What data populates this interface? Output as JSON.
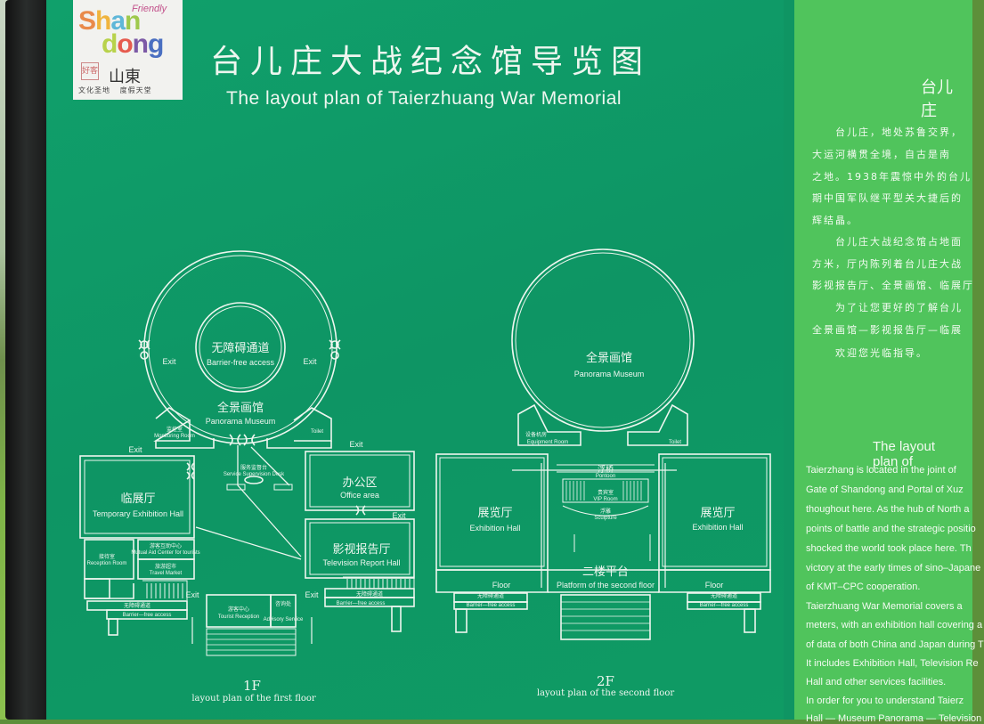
{
  "logo": {
    "friendly": "Friendly",
    "shan": "Shan",
    "dong": "dong",
    "chinese": "山東",
    "seal": "好客",
    "tagline": "文化圣地   度假天堂",
    "colors": {
      "S": "#e98a4a",
      "h": "#f0b43d",
      "a": "#5fb7d8",
      "n": "#9ec94c",
      "d": "#b8d24b",
      "o": "#e65b4e",
      "n2": "#7c5aa6",
      "g": "#4a6fc1"
    }
  },
  "header": {
    "title_cn": "台儿庄大战纪念馆导览图",
    "title_en": "The layout plan of Taierzhuang War Memorial"
  },
  "floor1": {
    "caption_big": "1F",
    "caption_small": "layout plan of the first floor",
    "barrier_free_cn": "无障碍通道",
    "barrier_free_en": "Barrier-free access",
    "panorama_cn": "全景画馆",
    "panorama_en": "Panorama  Museum",
    "monitoring_cn": "监控室",
    "monitoring_en": "Monitoring Room",
    "toilet_en": "Toilet",
    "exit": "Exit",
    "service_cn": "服务监督台",
    "service_en": "Service Supervision Desk",
    "temp_hall_cn": "临展厅",
    "temp_hall_en": "Temporary Exhibition Hall",
    "office_cn": "办公区",
    "office_en": "Office area",
    "tv_hall_cn": "影视报告厅",
    "tv_hall_en": "Television Report Hall",
    "reception_cn": "接待室",
    "reception_en": "Reception Room",
    "mutual_aid_cn": "游客互助中心",
    "mutual_aid_en": "Mutual Aid Center for tourists",
    "travel_mart_cn": "旅游超市",
    "travel_mart_en": "Travel Market",
    "tourist_reception_cn": "游客中心",
    "tourist_reception_en": "Tourist Reception",
    "advisory_cn": "咨询处",
    "advisory_en": "Advisory Service",
    "ramp_cn": "无障碍通道",
    "ramp_en": "Barrier—free  access"
  },
  "floor2": {
    "caption_big": "2F",
    "caption_small": "layout plan of the second floor",
    "panorama_cn": "全景画馆",
    "panorama_en": "Panorama  Museum",
    "equipment_cn": "设备机房",
    "equipment_en": "Equipment    Room",
    "toilet_en": "Toilet",
    "pontoon_cn": "浮桥",
    "pontoon_en": "Pontoon",
    "vip_cn": "贵宾室",
    "vip_en": "VIP Room",
    "sculpture_cn": "浮雕",
    "sculpture_en": "Sculpture",
    "hall_left_cn": "展览厅",
    "hall_left_en": "Exhibition Hall",
    "hall_right_cn": "展览厅",
    "hall_right_en": "Exhibition Hall",
    "platform_cn": "二楼平台",
    "platform_en": "Platform of the second floor",
    "floor": "Floor",
    "ramp_cn": "无障碍通道",
    "ramp_en": "Barrier—free  access"
  },
  "side_panel": {
    "title_cn": "台儿庄",
    "cn_lines": [
      "　　台儿庄，地处苏鲁交界，",
      "大运河横贯全境，自古是南",
      "之地。1938年震惊中外的台儿",
      "期中国军队继平型关大捷后的",
      "辉结晶。",
      "　　台儿庄大战纪念馆占地面",
      "方米，厅内陈列着台儿庄大战",
      "影视报告厅、全景画馆、临展厅",
      "　　为了让您更好的了解台儿",
      "全景画馆—影视报告厅—临展",
      "　　欢迎您光临指导。"
    ],
    "title_en": "The layout plan of",
    "en_lines": [
      "      Taierzhang is located in the joint of",
      "Gate of Shandong and Portal of Xuz",
      "thoughout here. As the  hub of North a",
      "points of battle and the strategic positio",
      "shocked the world took place here. Th",
      "victory at the early times of sino–Japane",
      "of KMT–CPC cooperation.",
      "      Taierzhuang War Memorial covers a",
      "meters, with an exhibition hall covering a",
      "of data of both China and Japan during T",
      "It includes Exhibition Hall, Television Re",
      "Hall and other services facilities.",
      "      In order for you to understand Taierz",
      "Hall — Museum Panorama — Television"
    ]
  },
  "colors": {
    "board_green": "#0f9a66",
    "side_green": "#50c45c",
    "line_white": "#eef6ef"
  }
}
